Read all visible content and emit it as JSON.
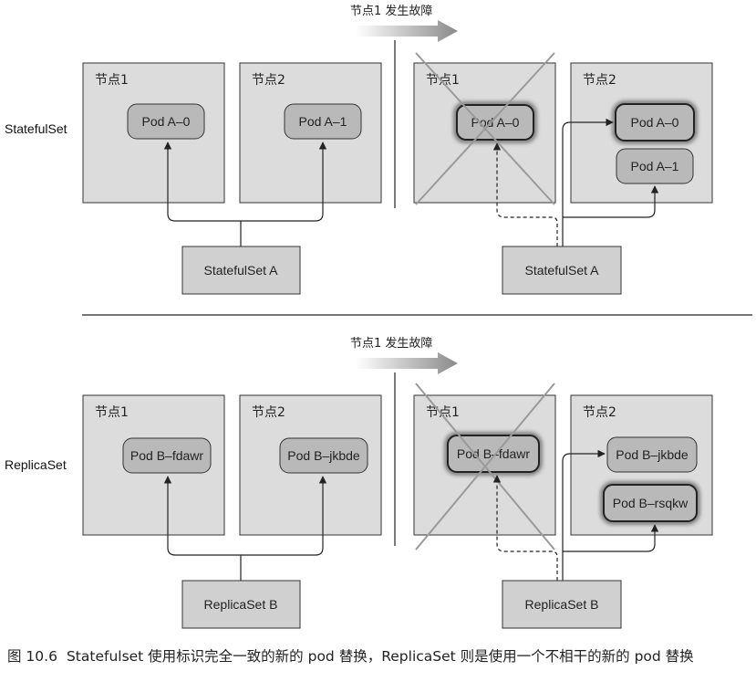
{
  "top": {
    "row_label": "StatefulSet",
    "failure_label": "节点1 发生故障",
    "before": {
      "nodes": [
        {
          "label": "节点1",
          "pods": [
            "Pod A–0"
          ]
        },
        {
          "label": "节点2",
          "pods": [
            "Pod A–1"
          ]
        }
      ],
      "controller": "StatefulSet A"
    },
    "after": {
      "nodes": [
        {
          "label": "节点1",
          "pods": [
            "Pod A–0"
          ],
          "failed": true
        },
        {
          "label": "节点2",
          "pods": [
            "Pod A–0",
            "Pod A–1"
          ]
        }
      ],
      "controller": "StatefulSet A"
    }
  },
  "bottom": {
    "row_label": "ReplicaSet",
    "failure_label": "节点1 发生故障",
    "before": {
      "nodes": [
        {
          "label": "节点1",
          "pods": [
            "Pod B–fdawr"
          ]
        },
        {
          "label": "节点2",
          "pods": [
            "Pod B–jkbde"
          ]
        }
      ],
      "controller": "ReplicaSet B"
    },
    "after": {
      "nodes": [
        {
          "label": "节点1",
          "pods": [
            "Pod B–fdawr"
          ],
          "failed": true
        },
        {
          "label": "节点2",
          "pods": [
            "Pod B–jkbde",
            "Pod B–rsqkw"
          ]
        }
      ],
      "controller": "ReplicaSet B"
    }
  },
  "caption": {
    "number": "图 10.6",
    "text": "Statefulset 使用标识完全一致的新的 pod 替换，ReplicaSet 则是使用一个不相干的新的 pod 替换"
  },
  "colors": {
    "node_fill": "#dcdcdc",
    "pod_fill": "#b9b9b9",
    "controller_fill": "#d0d0d0",
    "cross": "#9a9a9a",
    "arrow_gradient_end": "#8a8a8a"
  }
}
